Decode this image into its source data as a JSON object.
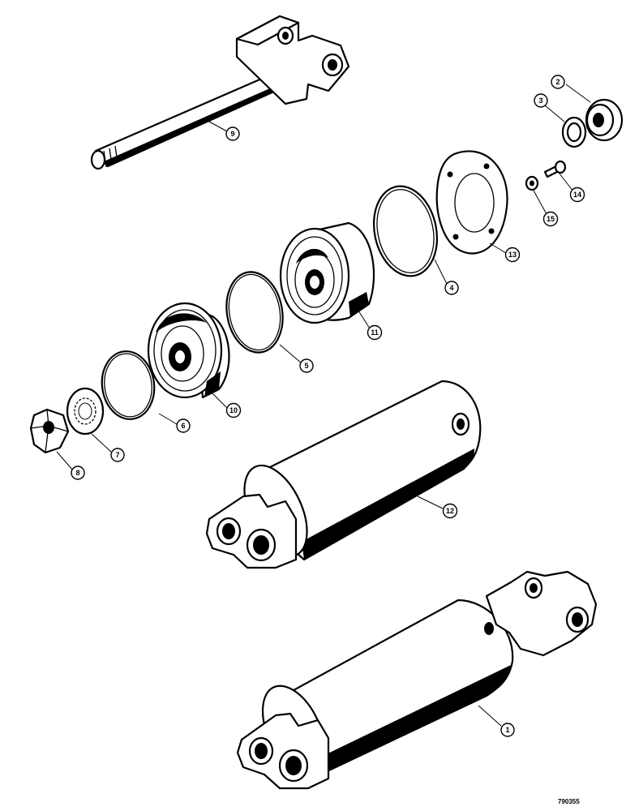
{
  "drawing_code": "790355",
  "callouts": [
    {
      "id": "c1",
      "label": "1"
    },
    {
      "id": "c2",
      "label": "2"
    },
    {
      "id": "c3",
      "label": "3"
    },
    {
      "id": "c4",
      "label": "4"
    },
    {
      "id": "c5",
      "label": "5"
    },
    {
      "id": "c6",
      "label": "6"
    },
    {
      "id": "c7",
      "label": "7"
    },
    {
      "id": "c8",
      "label": "8"
    },
    {
      "id": "c9",
      "label": "9"
    },
    {
      "id": "c10",
      "label": "10"
    },
    {
      "id": "c11",
      "label": "11"
    },
    {
      "id": "c12",
      "label": "12"
    },
    {
      "id": "c13",
      "label": "13"
    },
    {
      "id": "c14",
      "label": "14"
    },
    {
      "id": "c15",
      "label": "15"
    }
  ]
}
